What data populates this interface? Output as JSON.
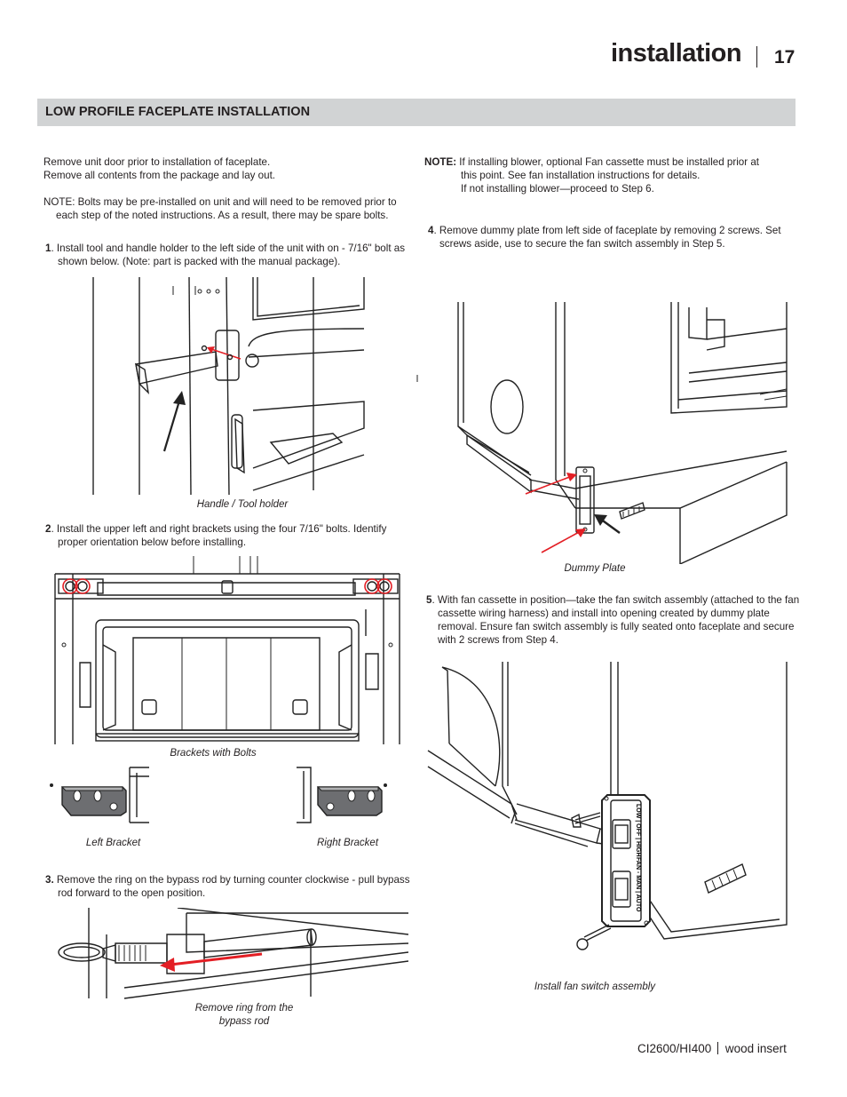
{
  "header": {
    "title": "installation",
    "page_number": "17"
  },
  "section": {
    "title": "LOW PROFILE FACEPLATE INSTALLATION"
  },
  "left": {
    "intro_line1": "Remove unit door prior to installation of faceplate.",
    "intro_line2": "Remove all contents from the package and lay out.",
    "note": "NOTE: Bolts may be pre-installed on unit and will need to be removed prior to each step of the noted instructions. As a result, there may be spare bolts.",
    "step1_num": "1",
    "step1_text": ". Install tool and handle holder to the left side of the unit with on - 7/16\" bolt as shown below. (Note: part is packed with the manual package).",
    "caption1": "Handle / Tool holder",
    "step2_num": "2",
    "step2_text": ". Install the upper left and right brackets using the four 7/16\" bolts. Identify proper orientation below before installing.",
    "caption2": "Brackets with Bolts",
    "caption_left_bracket": "Left Bracket",
    "caption_right_bracket": "Right Bracket",
    "step3_num": "3.",
    "step3_text": " Remove the ring on the bypass rod by turning counter clockwise - pull bypass rod forward to the open position.",
    "caption3_line1": "Remove ring from the",
    "caption3_line2": "bypass rod"
  },
  "right": {
    "note_label": "NOTE:",
    "note_line1": " If installing blower, optional Fan cassette must be installed prior at",
    "note_line2": "this point. See fan installation instructions for details.",
    "note_line3": "If not installing blower—proceed to Step 6.",
    "step4_num": "4",
    "step4_text": ". Remove dummy plate from left side of faceplate by removing 2 screws. Set screws aside, use to secure the fan switch assembly in Step 5.",
    "caption4": "Dummy Plate",
    "step5_num": "5",
    "step5_text": ". With fan cassette in position—take the fan switch assembly (attached to the fan cassette wiring harness) and install into opening created by dummy plate removal. Ensure fan switch assembly is fully seated onto faceplate and secure with 2 screws from Step 4.",
    "caption5": "Install fan switch assembly",
    "switch_label_top": "LOW | OFF | HIGH",
    "switch_label_bottom": "FAN - MAN | AUTO"
  },
  "footer": {
    "model": "CI2600/HI400",
    "product": "wood insert"
  }
}
